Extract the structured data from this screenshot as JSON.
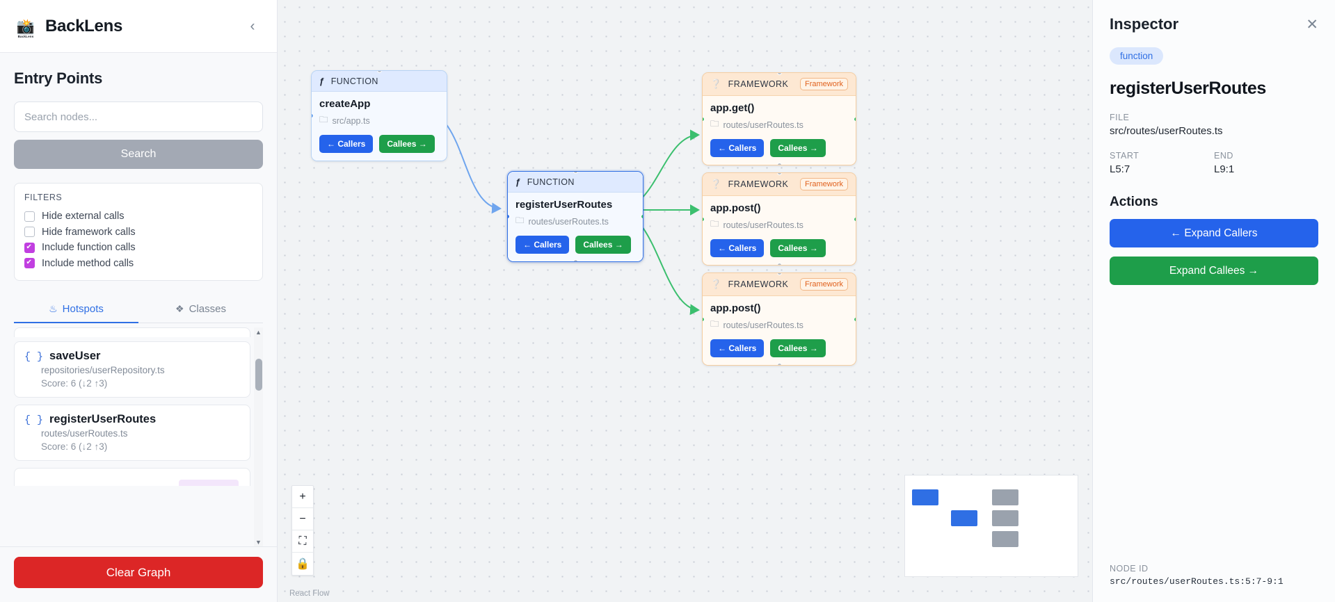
{
  "app": {
    "brand": "BackLens",
    "collapse_icon": "‹"
  },
  "sidebar": {
    "title": "Entry Points",
    "search": {
      "placeholder": "Search nodes...",
      "value": "",
      "button_label": "Search"
    },
    "filters": {
      "heading": "FILTERS",
      "items": [
        {
          "label": "Hide external calls",
          "checked": false
        },
        {
          "label": "Hide framework calls",
          "checked": false
        },
        {
          "label": "Include function calls",
          "checked": true
        },
        {
          "label": "Include method calls",
          "checked": true
        }
      ],
      "accent": "#c13fe0"
    },
    "tabs": [
      {
        "label": "Hotspots",
        "icon": "flame-icon",
        "glyph": "♨",
        "active": true
      },
      {
        "label": "Classes",
        "icon": "classes-icon",
        "glyph": "❖",
        "active": false
      }
    ],
    "hotspots": [
      {
        "brace": "{ }",
        "name": "saveUser",
        "file": "repositories/userRepository.ts",
        "score": "Score: 6 (↓2 ↑3)"
      },
      {
        "brace": "{ }",
        "name": "registerUserRoutes",
        "file": "routes/userRoutes.ts",
        "score": "Score: 6 (↓2 ↑3)"
      }
    ],
    "scroll_up": "▲",
    "scroll_down": "▼",
    "clear_button": "Clear Graph"
  },
  "canvas": {
    "nodes": [
      {
        "id": "createApp",
        "kind": "FUNCTION",
        "kind_icon": "ƒ",
        "name": "createApp",
        "file": "src/app.ts",
        "badge": null,
        "callers_label": "← Callers",
        "callees_label": "Callees →",
        "selected": false
      },
      {
        "id": "registerUserRoutes",
        "kind": "FUNCTION",
        "kind_icon": "ƒ",
        "name": "registerUserRoutes",
        "file": "routes/userRoutes.ts",
        "badge": null,
        "callers_label": "← Callers",
        "callees_label": "Callees →",
        "selected": true
      },
      {
        "id": "appget",
        "kind": "FRAMEWORK",
        "kind_icon": "?",
        "name": "app.get()",
        "file": "routes/userRoutes.ts",
        "badge": "Framework",
        "callers_label": "← Callers",
        "callees_label": "Callees →",
        "selected": false
      },
      {
        "id": "apppost1",
        "kind": "FRAMEWORK",
        "kind_icon": "?",
        "name": "app.post()",
        "file": "routes/userRoutes.ts",
        "badge": "Framework",
        "callers_label": "← Callers",
        "callees_label": "Callees →",
        "selected": false
      },
      {
        "id": "apppost2",
        "kind": "FRAMEWORK",
        "kind_icon": "?",
        "name": "app.post()",
        "file": "routes/userRoutes.ts",
        "badge": "Framework",
        "callers_label": "← Callers",
        "callees_label": "Callees →",
        "selected": false
      }
    ],
    "controls": {
      "zoom_in": "+",
      "zoom_out": "−",
      "fit_view": "⛶",
      "lock": "🔒"
    },
    "attribution": "React Flow"
  },
  "inspector": {
    "title": "Inspector",
    "close_icon": "✕",
    "chip": "function",
    "name": "registerUserRoutes",
    "file_label": "FILE",
    "file_value": "src/routes/userRoutes.ts",
    "start_label": "START",
    "start_value": "L5:7",
    "end_label": "END",
    "end_value": "L9:1",
    "actions_title": "Actions",
    "expand_callers": "←  Expand Callers",
    "expand_callees": "Expand Callees  →",
    "node_id_label": "NODE ID",
    "node_id_value": "src/routes/userRoutes.ts:5:7-9:1"
  }
}
